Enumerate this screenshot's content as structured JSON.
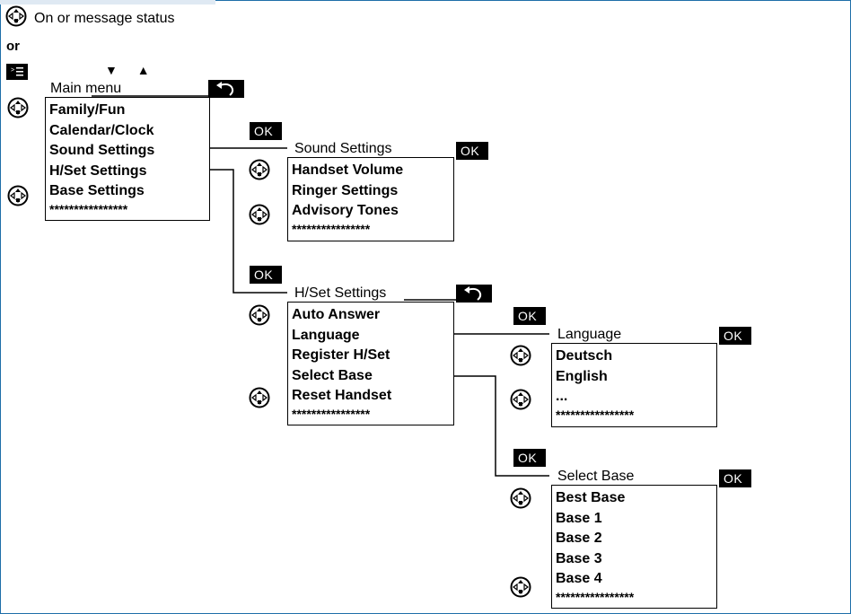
{
  "header": {
    "status_text": "On or message status",
    "or_label": "or",
    "arrow_keys": "▼ ▲"
  },
  "buttons": {
    "ok_label": "OK"
  },
  "main_menu": {
    "title": "Main menu",
    "items": [
      "Family/Fun",
      "Calendar/Clock",
      "Sound Settings",
      "H/Set Settings",
      "Base Settings"
    ],
    "footer": "****************"
  },
  "sound_settings": {
    "title": "Sound Settings",
    "items": [
      "Handset Volume",
      "Ringer Settings",
      "Advisory Tones"
    ],
    "footer": "****************"
  },
  "hset_settings": {
    "title": "H/Set Settings",
    "items": [
      "Auto Answer",
      "Language",
      "Register H/Set",
      "Select Base",
      "Reset Handset"
    ],
    "footer": "****************"
  },
  "language": {
    "title": "Language",
    "items": [
      "Deutsch",
      "English",
      "..."
    ],
    "footer": "****************"
  },
  "select_base": {
    "title": "Select Base",
    "items": [
      "Best Base",
      "Base 1",
      "Base 2",
      "Base 3",
      "Base 4"
    ],
    "footer": "****************"
  },
  "colors": {
    "frame": "#1f6fa8",
    "button_bg": "#000000",
    "button_text": "#ffffff"
  },
  "icons": {
    "nav": "navigation-key-icon",
    "menu": "menu-key-icon",
    "back": "back-arrow-icon"
  }
}
